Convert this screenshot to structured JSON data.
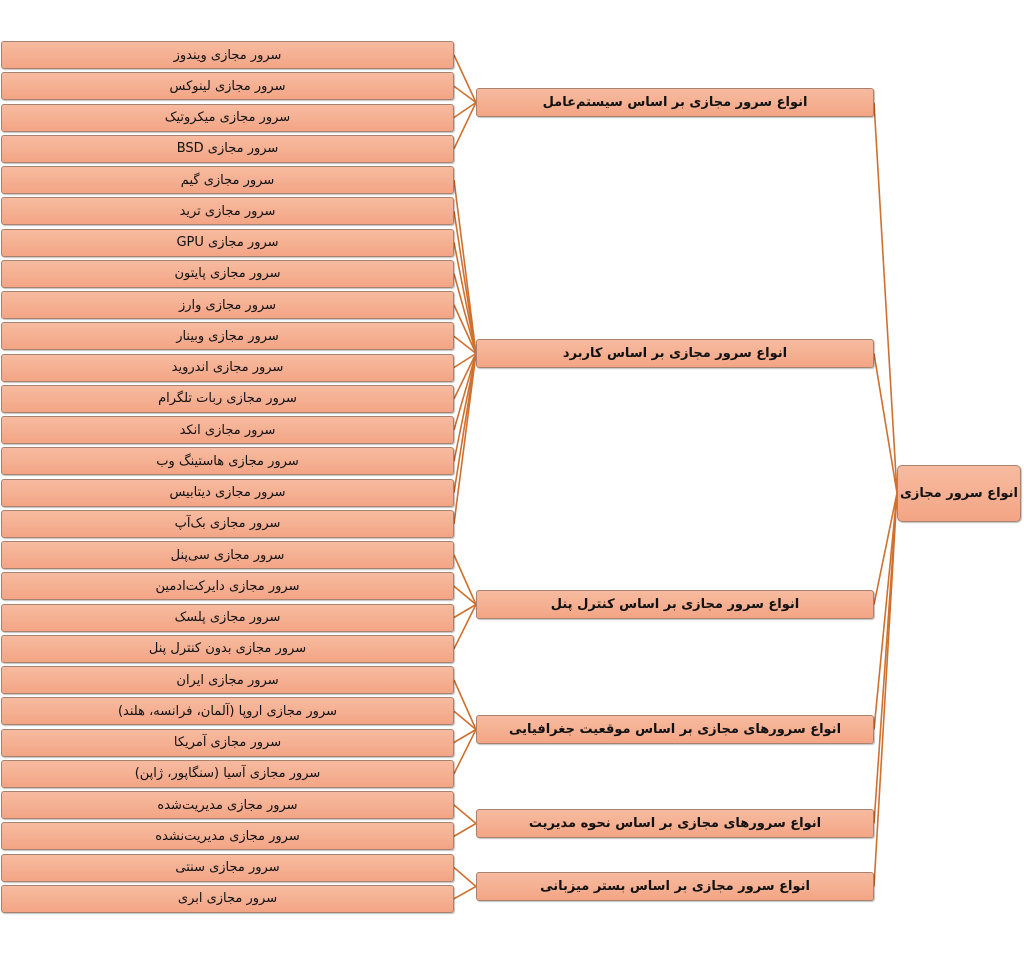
{
  "root": {
    "label": "انواع سرور مجازی"
  },
  "line_color": "#d0702f",
  "categories": [
    {
      "label": "انواع سرور مجازی بر اساس سیستم‌عامل",
      "items": [
        "سرور مجازی ویندوز",
        "سرور مجازی لینوکس",
        "سرور مجازی میکروتیک",
        "سرور مجازی  BSD"
      ]
    },
    {
      "label": "انواع سرور مجازی بر اساس کاربرد",
      "items": [
        "سرور مجازی گیم",
        "سرور مجازی ترید",
        "سرور مجازی GPU",
        "سرور مجازی پایتون",
        "سرور مجازی وارز",
        "سرور مجازی وبینار",
        "سرور مجازی اندروید",
        "سرور مجازی ربات تلگرام",
        "سرور مجازی انکد",
        "سرور مجازی هاستینگ وب",
        "سرور مجازی دیتابیس",
        "سرور مجازی بک‌آپ"
      ]
    },
    {
      "label": "انواع سرور مجازی بر اساس کنترل پنل",
      "items": [
        "سرور مجازی سی‌پنل",
        "سرور مجازی دایرکت‌ادمین",
        "سرور مجازی پلسک",
        "سرور مجازی بدون کنترل پنل"
      ]
    },
    {
      "label": "انواع سرورهای مجازی بر اساس موقعیت جغرافیایی",
      "items": [
        "سرور مجازی ایران",
        "سرور مجازی اروپا (آلمان، فرانسه، هلند)",
        "سرور مجازی آمریکا",
        "سرور مجازی آسیا (سنگاپور، ژاپن)"
      ]
    },
    {
      "label": "انواع سرورهای مجازی بر اساس نحوه مدیریت",
      "items": [
        "سرور مجازی مدیریت‌شده",
        "سرور مجازی مدیریت‌نشده"
      ]
    },
    {
      "label": "انواع سرور مجازی بر اساس بستر میزبانی",
      "items": [
        "سرور مجازی سنتی",
        "سرور مجازی ابری"
      ]
    }
  ]
}
